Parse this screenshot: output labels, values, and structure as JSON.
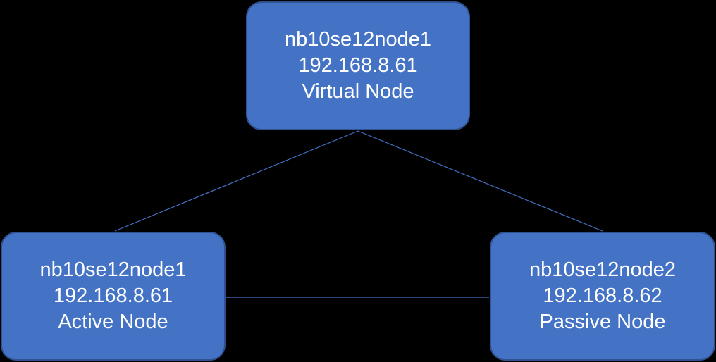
{
  "colors": {
    "background": "#000000",
    "node_fill": "#4472C4",
    "node_border": "#2F528F",
    "node_text": "#FFFFFF",
    "connector": "#4472C4"
  },
  "nodes": {
    "virtual": {
      "hostname": "nb10se12node1",
      "ip": "192.168.8.61",
      "role": "Virtual Node"
    },
    "active": {
      "hostname": "nb10se12node1",
      "ip": "192.168.8.61",
      "role": "Active Node"
    },
    "passive": {
      "hostname": "nb10se12node2",
      "ip": "192.168.8.62",
      "role": "Passive Node"
    }
  },
  "connections": [
    {
      "from": "virtual",
      "to": "active"
    },
    {
      "from": "virtual",
      "to": "passive"
    },
    {
      "from": "active",
      "to": "passive"
    }
  ]
}
